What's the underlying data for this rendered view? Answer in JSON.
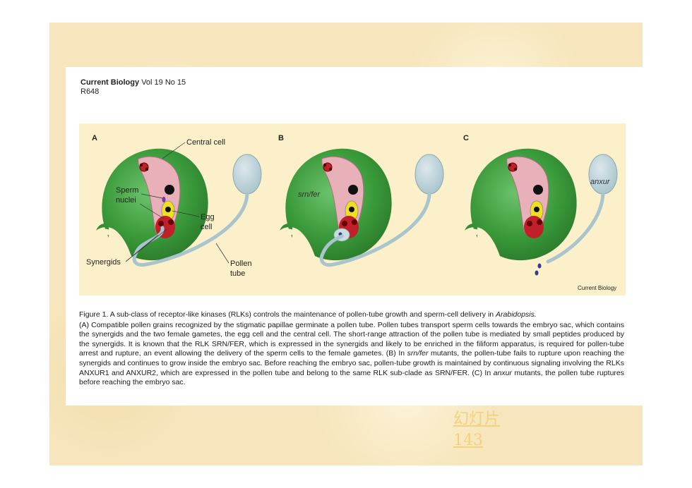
{
  "header": {
    "journal": "Current Biology",
    "volume": "Vol 19 No 15",
    "page": "R648"
  },
  "figure": {
    "panels": [
      "A",
      "B",
      "C"
    ],
    "labels": {
      "central_cell": "Central cell",
      "sperm_nuclei_line1": "Sperm",
      "sperm_nuclei_line2": "nuclei",
      "egg_cell_line1": "Egg",
      "egg_cell_line2": "cell",
      "synergids": "Synergids",
      "pollen_tube_line1": "Pollen",
      "pollen_tube_line2": "tube",
      "mutant_b": "srn/fer",
      "mutant_c": "anxur"
    },
    "credit": "Current Biology",
    "colors": {
      "ovule_green": "#3a9a3a",
      "ovule_light": "#5bb85b",
      "central_cell_pink": "#e8b0b8",
      "synergid_red": "#c0202a",
      "egg_yellow": "#f0e020",
      "pollen_tube_blue": "#a8c4cc"
    }
  },
  "caption": {
    "title_prefix": "Figure 1. A sub-class of receptor-like kinases (RLKs) controls the maintenance of pollen-tube growth and sperm-cell delivery in ",
    "title_italic": "Arabidopsis.",
    "part_a": "(A) Compatible pollen grains recognized by the stigmatic papillae germinate a pollen tube. Pollen tubes transport sperm cells towards the embryo sac, which contains the synergids and the two female gametes, the egg cell and the central cell. The short-range attraction of the pollen tube is mediated by small peptides produced by the synergids. It is known that the RLK SRN/FER, which is expressed in the synergids and likely to be enriched in the filiform apparatus, is required for pollen-tube arrest and rupture, an event allowing the delivery of the sperm cells to the female gametes. (B) In ",
    "srn_fer": "srn/fer",
    "part_b": " mutants, the pollen-tube fails to rupture upon reaching the synergids and continues to grow inside the embryo sac. Before reaching the embryo sac, pollen-tube growth is maintained by continuous signaling involving the RLKs ANXUR1 and ANXUR2, which are expressed in the pollen tube and belong to the same RLK sub-clade as SRN/FER. (C) In ",
    "anxur": "anxur",
    "part_c": " mutants, the pollen tube ruptures before reaching the embryo sac."
  },
  "slide_label": {
    "line1": "幻灯片",
    "line2": "143"
  }
}
